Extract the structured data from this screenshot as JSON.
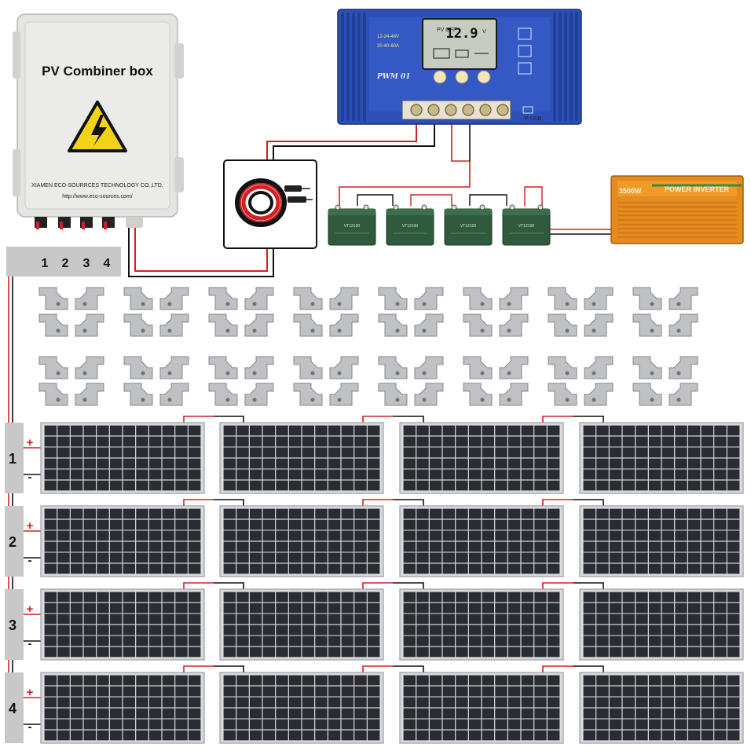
{
  "combiner_box": {
    "title": "PV Combiner box",
    "maker": "XIAMEN ECO-SOURRCES TECHNOLOGY CO.,LTD.",
    "url": "http://www.eco-sources.com/",
    "inputs": [
      "1",
      "2",
      "3",
      "4"
    ]
  },
  "controller": {
    "lcd_value": "12.9",
    "lcd_unit": "V",
    "lcd_mode": "PV OFF",
    "spec_line1": "12-24-48V",
    "spec_line2": "20-40-60A",
    "model": "PWM 01",
    "port_label": "P-USB",
    "buttons": 3
  },
  "batteries": {
    "count": 4,
    "label": "VT12100"
  },
  "inverter": {
    "power": "3500W",
    "name": "POWER INVERTER"
  },
  "mounting_brackets": {
    "groups_per_row": 8,
    "rows": 2,
    "brackets_per_group": 4
  },
  "panel_array": {
    "strings": [
      {
        "label": "1",
        "plus": "+",
        "minus": "-"
      },
      {
        "label": "2",
        "plus": "+",
        "minus": "-"
      },
      {
        "label": "3",
        "plus": "+",
        "minus": "-"
      },
      {
        "label": "4",
        "plus": "+",
        "minus": "-"
      }
    ],
    "panels_per_string": 4,
    "cell_columns": 12,
    "cell_rows": 6
  },
  "colors": {
    "wire_positive": "#d42020",
    "wire_negative": "#111111",
    "controller_blue": "#2c4fb8",
    "inverter_orange": "#e58a1e",
    "battery_green": "#2f5a3c",
    "panel_cell": "#2a2c33",
    "combiner_grey": "#e4e4e2"
  }
}
